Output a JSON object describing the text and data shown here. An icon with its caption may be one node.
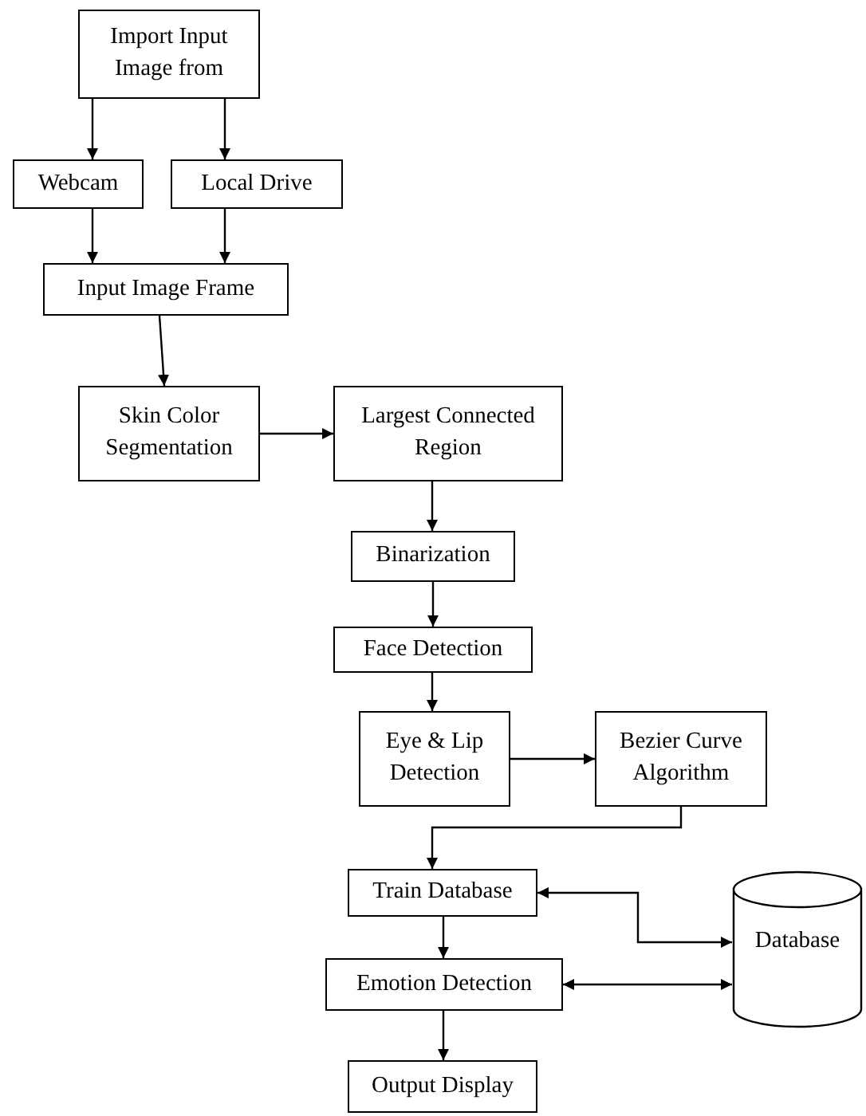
{
  "diagram": {
    "nodes": [
      {
        "text": [
          "Import Input Image from"
        ]
      },
      {
        "text": [
          "Webcam"
        ]
      },
      {
        "text": [
          "Local Drive"
        ]
      },
      {
        "text": [
          "Input Image Frame"
        ]
      },
      {
        "text": [
          "Skin Color Segmentation"
        ]
      },
      {
        "text": [
          "Largest Connected Region"
        ]
      },
      {
        "text": [
          "Binarization"
        ]
      },
      {
        "text": [
          "Face Detection"
        ]
      },
      {
        "text": [
          "Eye & Lip Detection"
        ]
      },
      {
        "text": [
          "Bezier Curve Algorithm"
        ]
      },
      {
        "text": [
          "Train Database"
        ]
      },
      {
        "text": [
          "Emotion Detection"
        ]
      },
      {
        "text": [
          "Output Display"
        ]
      },
      {
        "text": [
          "Database"
        ]
      }
    ],
    "edges": [
      {
        "from": 0,
        "to": 1,
        "arrow": "to"
      },
      {
        "from": 0,
        "to": 2,
        "arrow": "to"
      },
      {
        "from": 1,
        "to": 3,
        "arrow": "to"
      },
      {
        "from": 2,
        "to": 3,
        "arrow": "to"
      },
      {
        "from": 3,
        "to": 4,
        "arrow": "to"
      },
      {
        "from": 4,
        "to": 5,
        "arrow": "to"
      },
      {
        "from": 5,
        "to": 6,
        "arrow": "to"
      },
      {
        "from": 6,
        "to": 7,
        "arrow": "to"
      },
      {
        "from": 7,
        "to": 8,
        "arrow": "to"
      },
      {
        "from": 8,
        "to": 9,
        "arrow": "to"
      },
      {
        "from": 9,
        "to": 10,
        "arrow": "to"
      },
      {
        "from": 10,
        "to": 13,
        "arrow": "both"
      },
      {
        "from": 11,
        "to": 13,
        "arrow": "both"
      },
      {
        "from": 10,
        "to": 11,
        "arrow": "to"
      },
      {
        "from": 11,
        "to": 12,
        "arrow": "to"
      }
    ]
  }
}
